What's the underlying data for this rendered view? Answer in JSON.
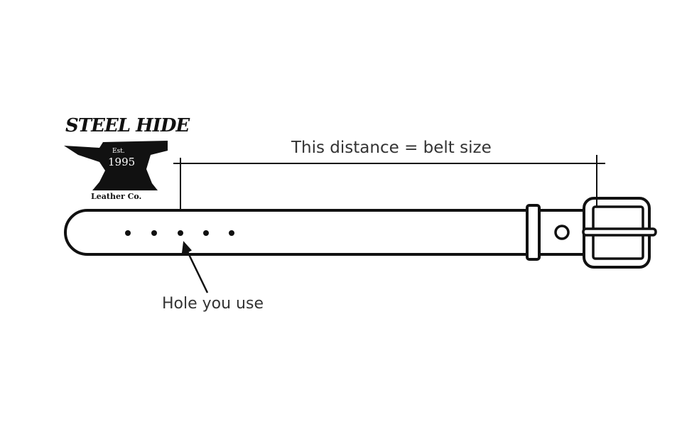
{
  "logo": {
    "brand": "STEEL HIDE",
    "est": "Est.",
    "year": "1995",
    "subtitle": "Leather Co."
  },
  "labels": {
    "distance": "This distance = belt size",
    "hole": "Hole you use"
  },
  "colors": {
    "line": "#111111",
    "text": "#333333"
  }
}
